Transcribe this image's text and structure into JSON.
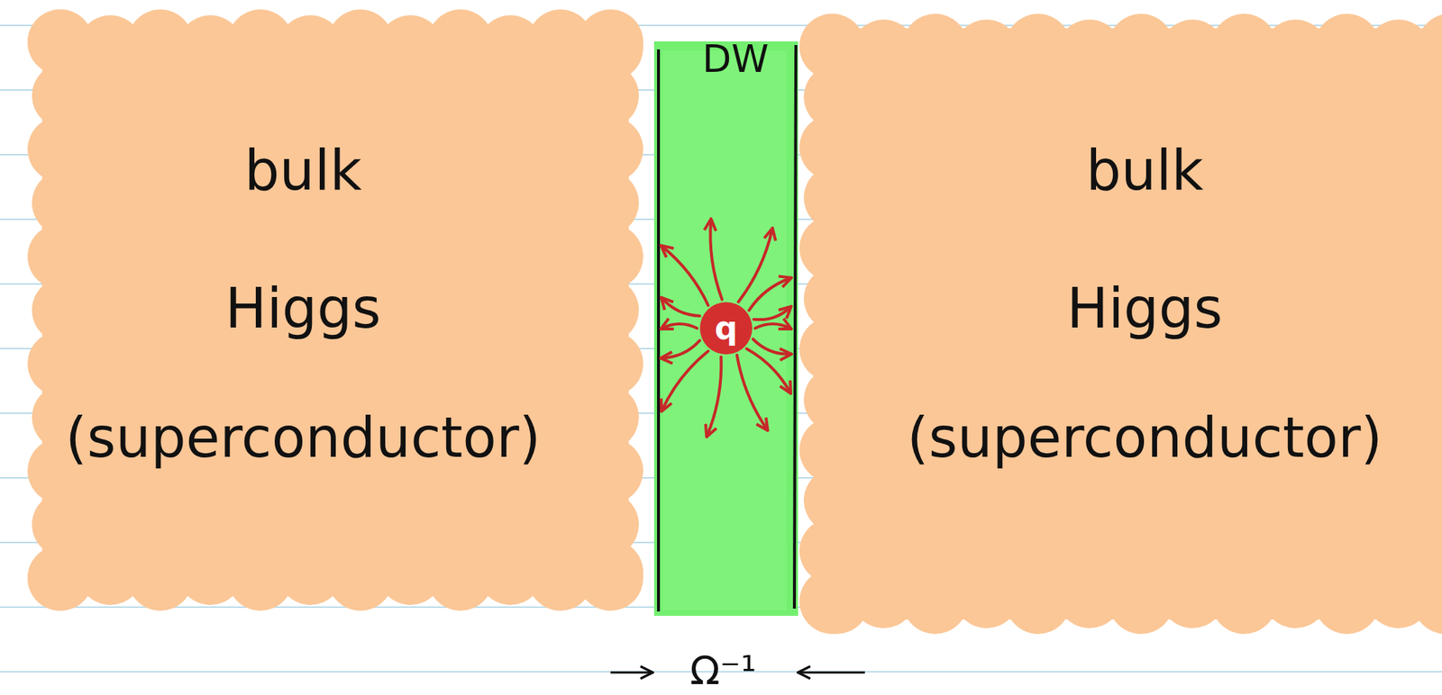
{
  "diagram": {
    "nodes": [
      {
        "text": [
          "bulk",
          "Higgs",
          "(superconductor)"
        ]
      },
      {
        "text": [
          "DW"
        ]
      },
      {
        "text": [
          "q"
        ],
        "in": 1
      },
      {
        "text": [
          "bulk",
          "Higgs",
          "(superconductor)"
        ]
      }
    ],
    "labels": [
      "Ω⁻¹"
    ]
  }
}
